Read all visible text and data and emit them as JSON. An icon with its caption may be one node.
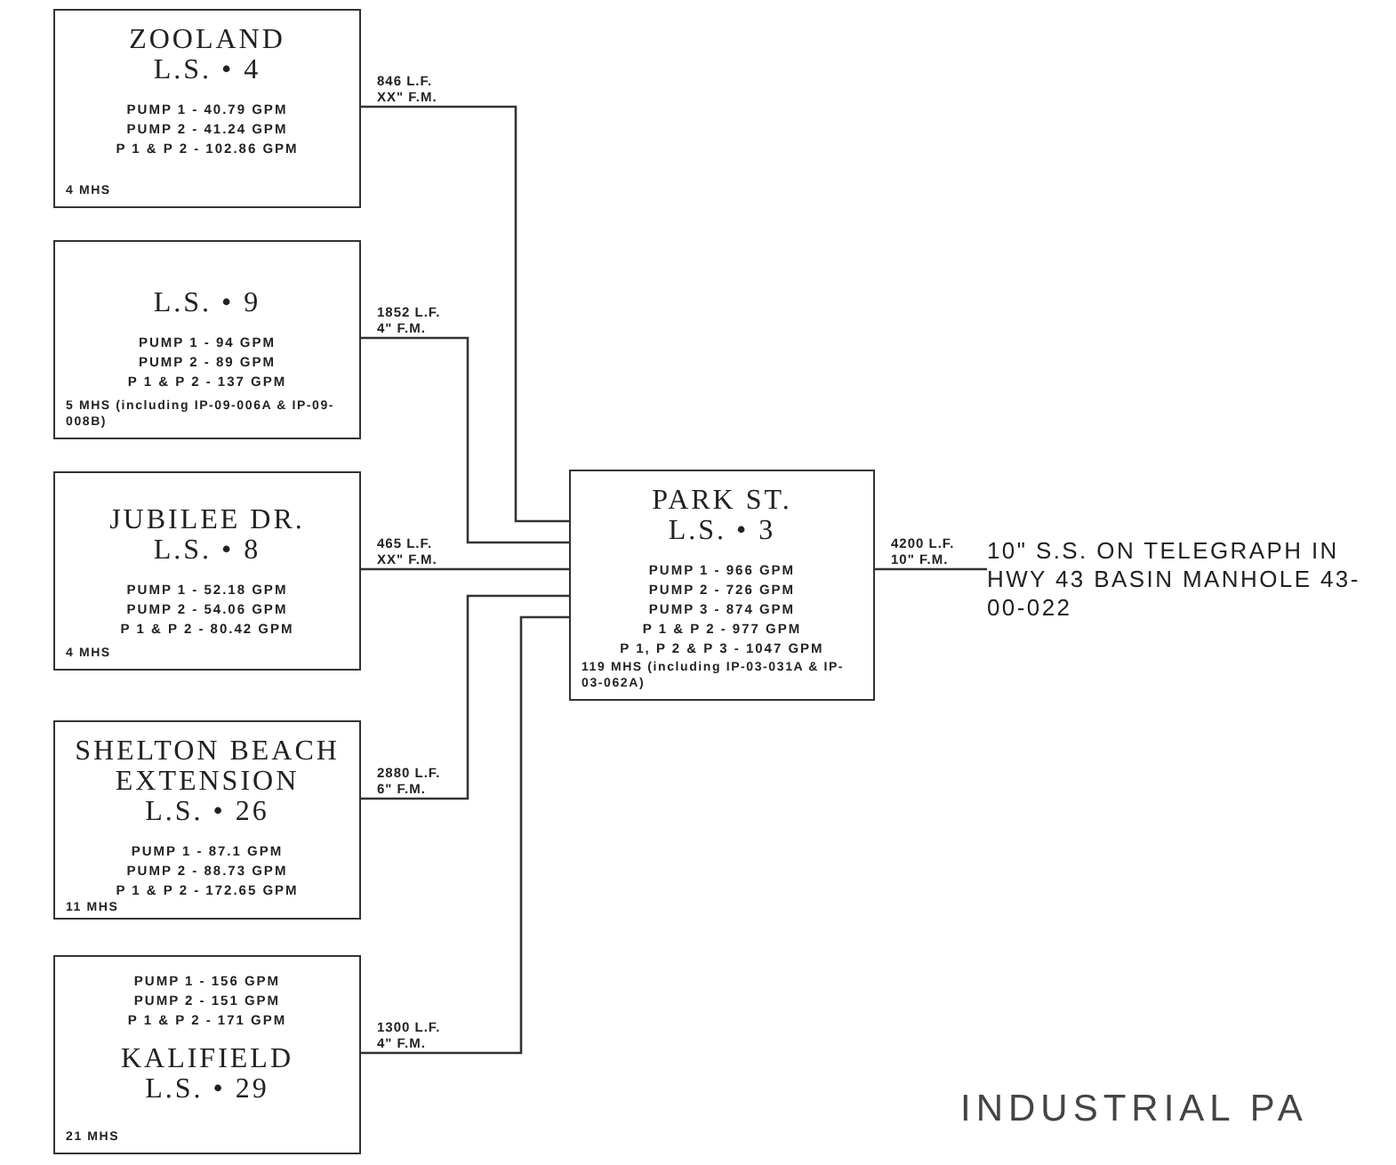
{
  "diagram": {
    "nodes": [
      {
        "text": [
          "ZOOLAND",
          "L.S. • 4",
          "PUMP 1 - 40.79 GPM",
          "PUMP 2 - 41.24 GPM",
          "P 1 & P 2 - 102.86 GPM",
          "4 MHS"
        ]
      },
      {
        "text": [
          "L.S. • 9",
          "PUMP 1 - 94 GPM",
          "PUMP 2 - 89 GPM",
          "P 1 & P 2 - 137 GPM",
          "5 MHS (including IP-09-006A & IP-09-008B)"
        ]
      },
      {
        "text": [
          "JUBILEE DR.",
          "L.S. • 8",
          "PUMP 1 - 52.18 GPM",
          "PUMP 2 - 54.06 GPM",
          "P 1 & P 2 - 80.42 GPM",
          "4 MHS"
        ]
      },
      {
        "text": [
          "SHELTON BEACH EXTENSION",
          "L.S. • 26",
          "PUMP 1 - 87.1 GPM",
          "PUMP 2 - 88.73 GPM",
          "P 1 & P 2 - 172.65 GPM",
          "11 MHS"
        ]
      },
      {
        "text": [
          "PUMP 1 - 156 GPM",
          "PUMP 2 - 151 GPM",
          "P 1 & P 2 - 171 GPM",
          "KALIFIELD",
          "L.S. • 29",
          "21 MHS"
        ]
      },
      {
        "text": [
          "PARK ST.",
          "L.S. • 3",
          "PUMP 1 - 966 GPM",
          "PUMP 2 - 726 GPM",
          "PUMP 3 - 874 GPM",
          "P 1 & P 2 - 977 GPM",
          "P 1, P 2 & P 3 - 1047 GPM",
          "119 MHS (including IP-03-031A & IP-03-062A)"
        ]
      },
      {
        "text": [
          "10\" S.S. ON TELEGRAPH IN HWY 43 BASIN MANHOLE 43-00-022"
        ]
      }
    ],
    "edges": [
      {
        "from": 0,
        "to": 5,
        "arrow": "none",
        "label": "846 L.F. XX\" F.M."
      },
      {
        "from": 1,
        "to": 5,
        "arrow": "none",
        "label": "1852 L.F. 4\" F.M."
      },
      {
        "from": 2,
        "to": 5,
        "arrow": "none",
        "label": "465 L.F. XX\" F.M."
      },
      {
        "from": 3,
        "to": 5,
        "arrow": "none",
        "label": "2880 L.F. 6\" F.M."
      },
      {
        "from": 4,
        "to": 5,
        "arrow": "none",
        "label": "1300 L.F. 4\" F.M."
      },
      {
        "from": 5,
        "to": 6,
        "arrow": "none",
        "label": "4200 L.F. 10\" F.M."
      }
    ],
    "labels": [
      "INDUSTRIAL PA"
    ]
  }
}
